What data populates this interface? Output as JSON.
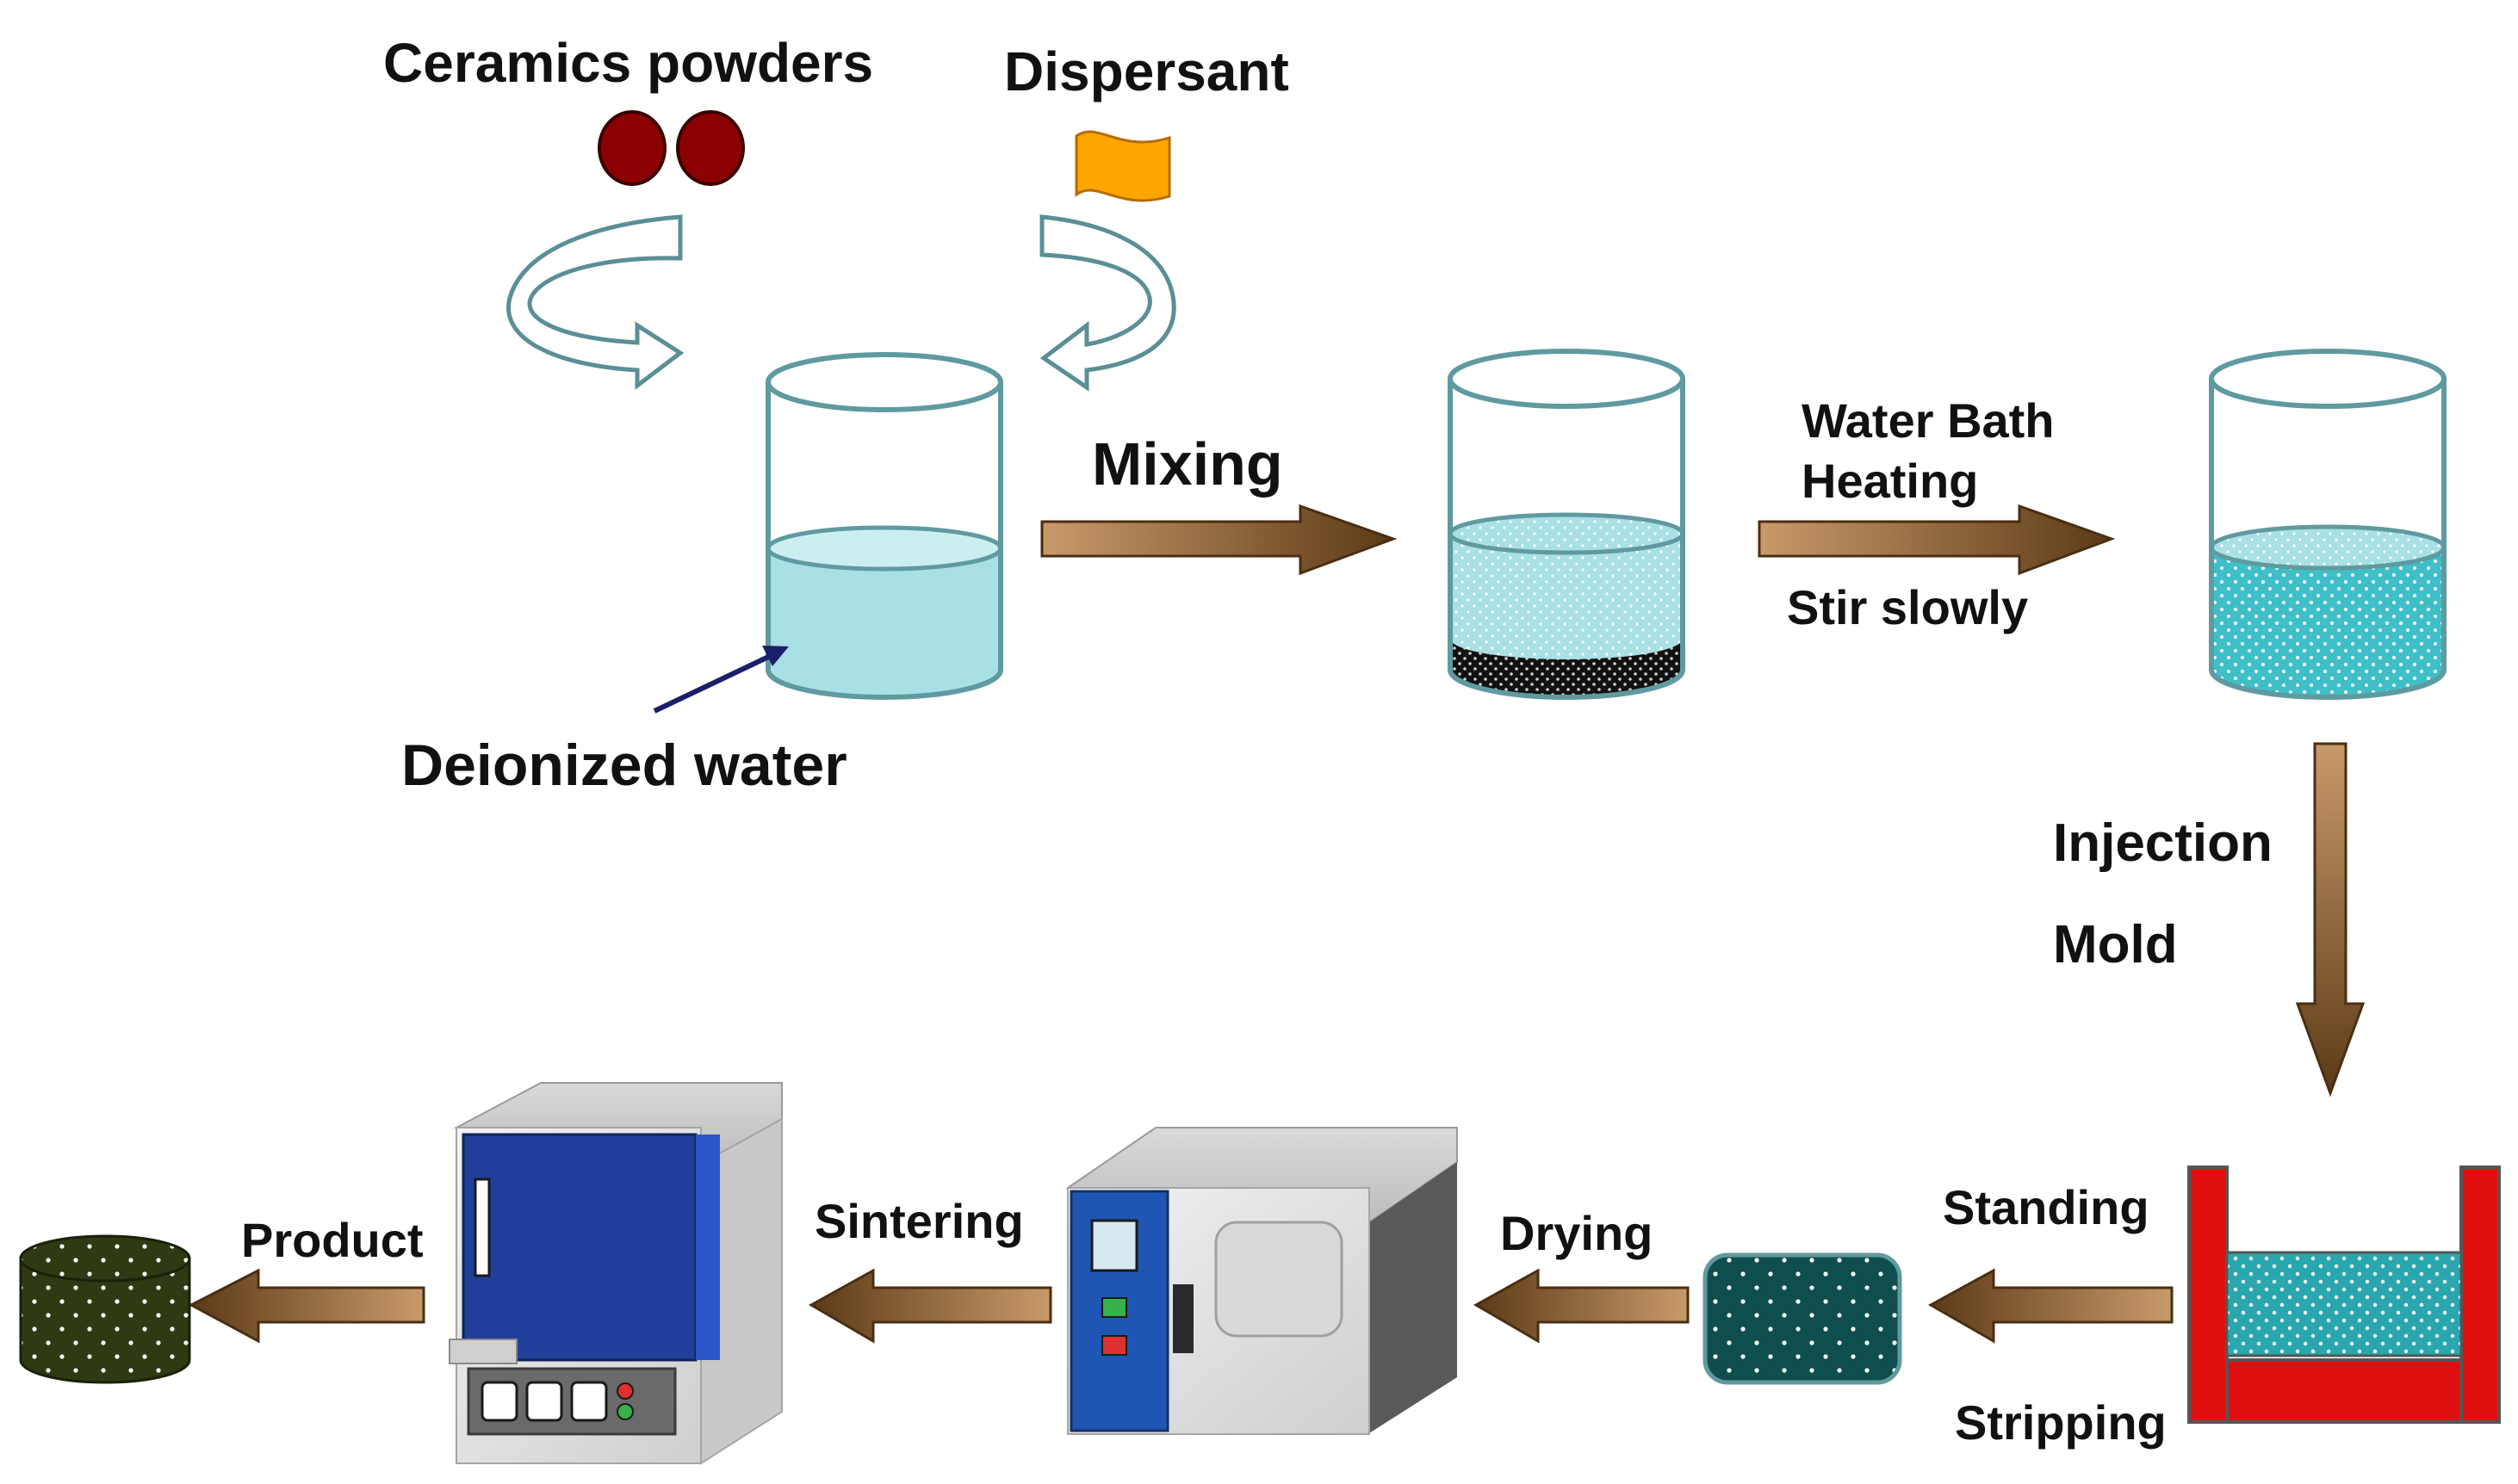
{
  "labels": {
    "ceramics_powders": "Ceramics powders",
    "dispersant": "Dispersant",
    "deionized_water": "Deionized water",
    "mixing": "Mixing",
    "water_bath_line1": "Water Bath",
    "water_bath_line2": "Heating",
    "stir_slowly": "Stir slowly",
    "injection": "Injection",
    "mold": "Mold",
    "standing": "Standing",
    "stripping": "Stripping",
    "drying": "Drying",
    "sintering": "Sintering",
    "product": "Product"
  },
  "colors": {
    "arrow_dark": "#5c3a17",
    "arrow_light": "#c89a6a",
    "powder": "#8b0000",
    "dispersant": "#ffa500",
    "water": "#a8e0e6",
    "slurry": "#3fbfc7",
    "mold": "#e01010",
    "green_body": "#0f4e4e",
    "furnace_door": "#1f3f9a",
    "product": "#2f3a14"
  },
  "icons": [
    "curved-arrow-left-icon",
    "curved-arrow-right-icon",
    "beaker-icon",
    "oven-icon",
    "furnace-icon"
  ]
}
